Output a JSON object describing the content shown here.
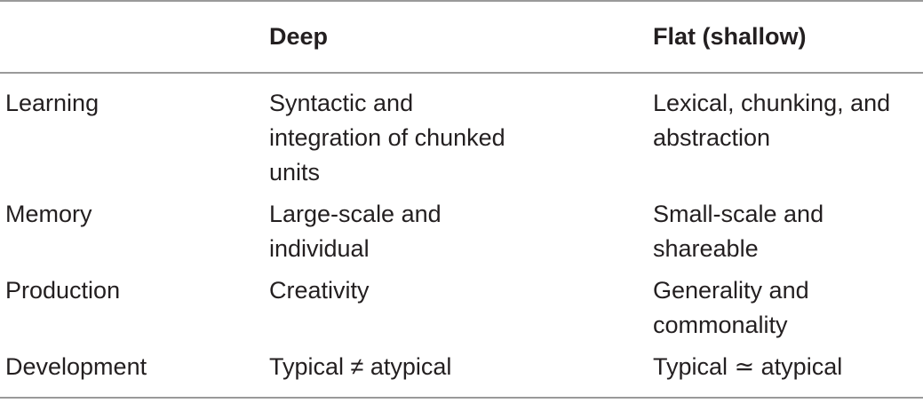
{
  "table": {
    "headers": [
      "",
      "Deep",
      "Flat (shallow)"
    ],
    "rows": [
      [
        "Learning",
        "Syntactic and integration of chunked units",
        "Lexical, chunking, and abstraction"
      ],
      [
        "Memory",
        "Large-scale and individual",
        "Small-scale and shareable"
      ],
      [
        "Production",
        "Creativity",
        "Generality and commonality"
      ],
      [
        "Development",
        "Typical ≠ atypical",
        "Typical ≃ atypical"
      ]
    ]
  }
}
